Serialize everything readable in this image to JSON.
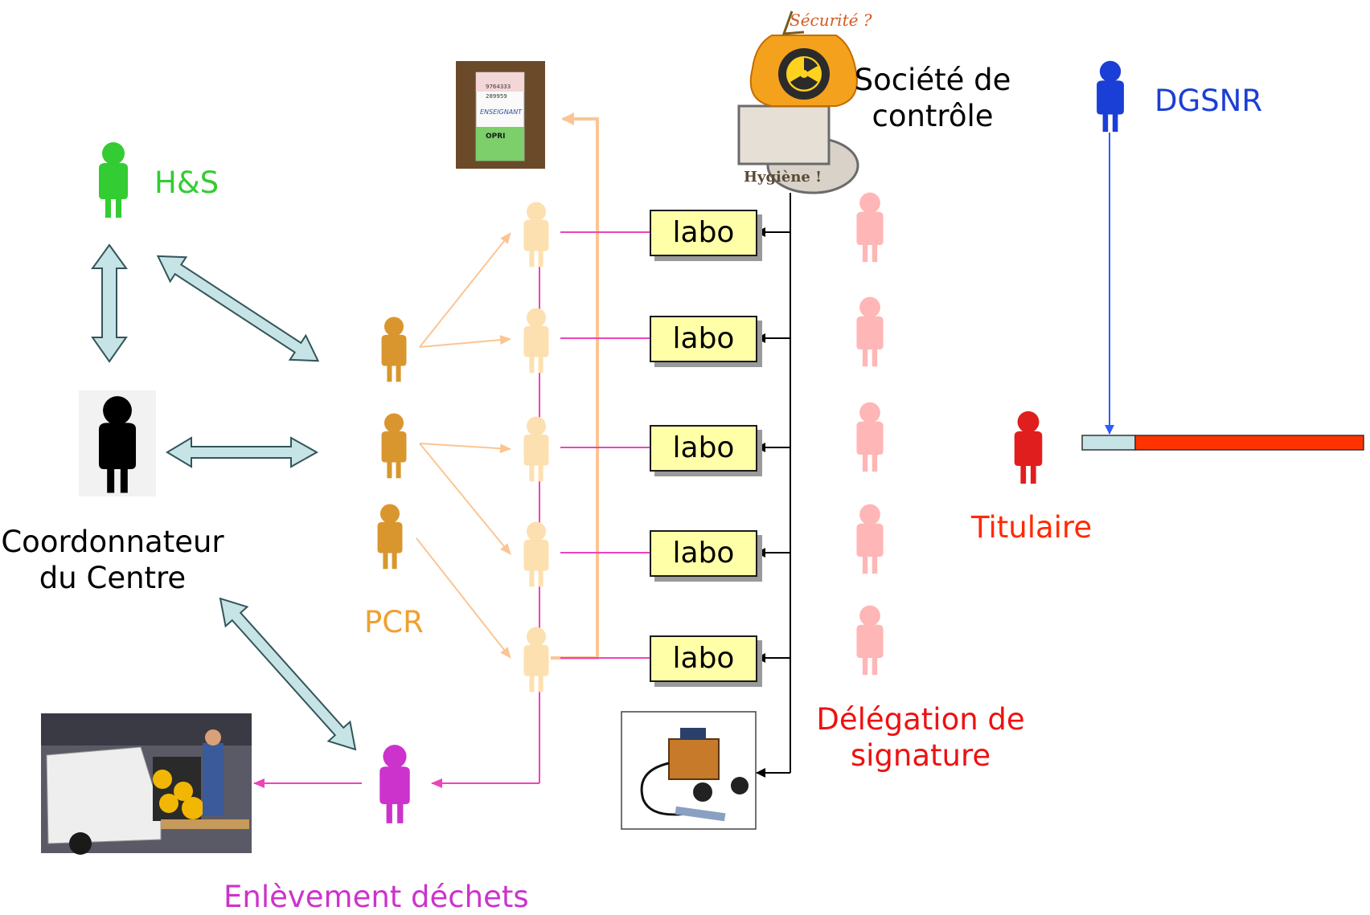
{
  "labels": {
    "hs": "H&S",
    "coordonnateur": [
      "Coordonnateur",
      "du Centre"
    ],
    "pcr": "PCR",
    "enlevement": "Enlèvement déchets",
    "societe": [
      "Société de",
      "contrôle"
    ],
    "dgsnr": "DGSNR",
    "titulaire": "Titulaire",
    "delegation": [
      "Délégation de",
      "signature"
    ]
  },
  "logo_text": {
    "securite": "Sécurité ?",
    "hygiene": "Hygiène !"
  },
  "badge_text": {
    "line1": "9764333",
    "line2": "289959",
    "line3": "ENSEIGNANT",
    "line4": "OPRI"
  },
  "labo_boxes": [
    "labo",
    "labo",
    "labo",
    "labo",
    "labo"
  ],
  "colors": {
    "hs": "#33cc33",
    "coordonnateur": "#000000",
    "pcr": "#f0a030",
    "pcr_figure": "#d9962e",
    "worker": "#fde0b0",
    "delegate": "#ffb6b6",
    "enlevement": "#cc33cc",
    "dgsnr": "#1a3fd6",
    "titulaire": "#ff2a00",
    "titulaire_figure": "#e01e1e",
    "double_arrow": "#c6e3e6",
    "link_line": "#ee44bb",
    "fan_arrow": "#fbc593",
    "labo_fill": "#ffffa8",
    "bar_light": "#c6e3e6",
    "bar_red": "#ff3300"
  },
  "icons": [
    "person-icon",
    "double-arrow-icon",
    "arrow-icon",
    "radioactive-bag-icon",
    "badge-photo",
    "detector-photo",
    "truck-photo"
  ]
}
